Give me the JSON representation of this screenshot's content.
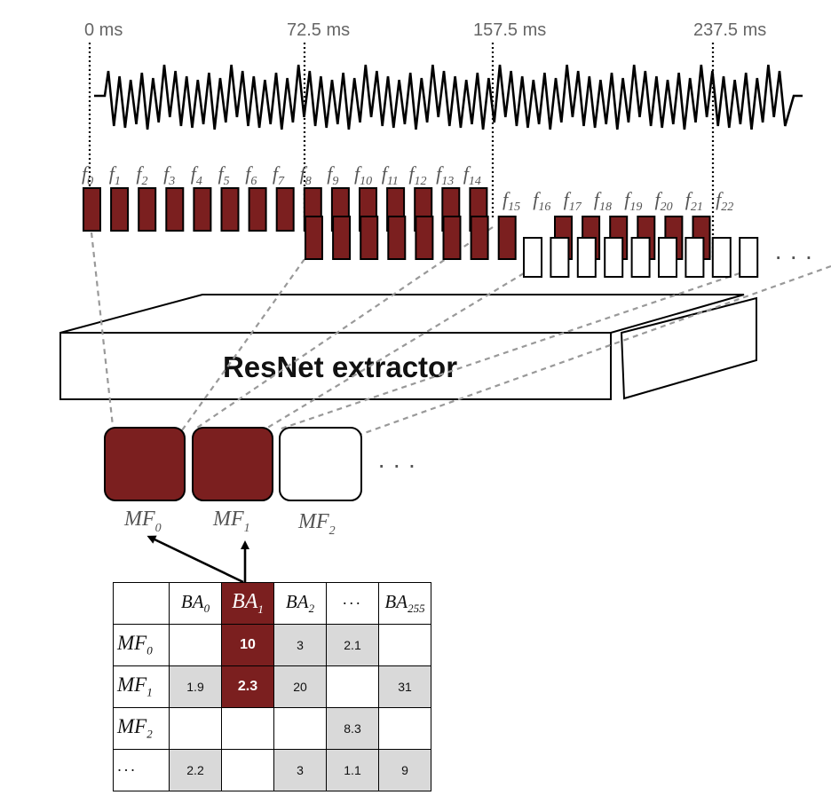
{
  "timeline": {
    "labels": [
      "0 ms",
      "72.5 ms",
      "157.5 ms",
      "237.5 ms"
    ]
  },
  "frames": {
    "prefix": "f",
    "count": 23,
    "filled_count": 16
  },
  "extractor": {
    "label": "ResNet extractor"
  },
  "mel_frames": {
    "prefix": "MF",
    "labels": [
      "0",
      "1",
      "2"
    ]
  },
  "ellipsis": "· · ·",
  "matrix": {
    "col_headers": [
      {
        "base": "BA",
        "sub": "0"
      },
      {
        "base": "BA",
        "sub": "1"
      },
      {
        "base": "BA",
        "sub": "2"
      },
      {
        "base": "···",
        "sub": ""
      },
      {
        "base": "BA",
        "sub": "255"
      }
    ],
    "rows": [
      {
        "base": "MF",
        "sub": "0",
        "cells": [
          "",
          "10",
          "3",
          "2.1",
          ""
        ]
      },
      {
        "base": "MF",
        "sub": "1",
        "cells": [
          "1.9",
          "2.3",
          "20",
          "",
          "31"
        ]
      },
      {
        "base": "MF",
        "sub": "2",
        "cells": [
          "",
          "",
          "",
          "8.3",
          ""
        ]
      },
      {
        "base": "···",
        "sub": "",
        "cells": [
          "2.2",
          "",
          "3",
          "1.1",
          "9"
        ]
      }
    ],
    "gray_cells": [
      [
        0,
        2
      ],
      [
        0,
        3
      ],
      [
        1,
        0
      ],
      [
        1,
        2
      ],
      [
        1,
        4
      ],
      [
        2,
        3
      ],
      [
        3,
        0
      ],
      [
        3,
        2
      ],
      [
        3,
        3
      ],
      [
        3,
        4
      ]
    ],
    "highlight_col": 1,
    "highlight_rows": [
      0,
      1
    ]
  },
  "colors": {
    "frame_fill": "#7b1f1f",
    "gray_cell": "#d9d9d9",
    "dashed": "#999999"
  }
}
